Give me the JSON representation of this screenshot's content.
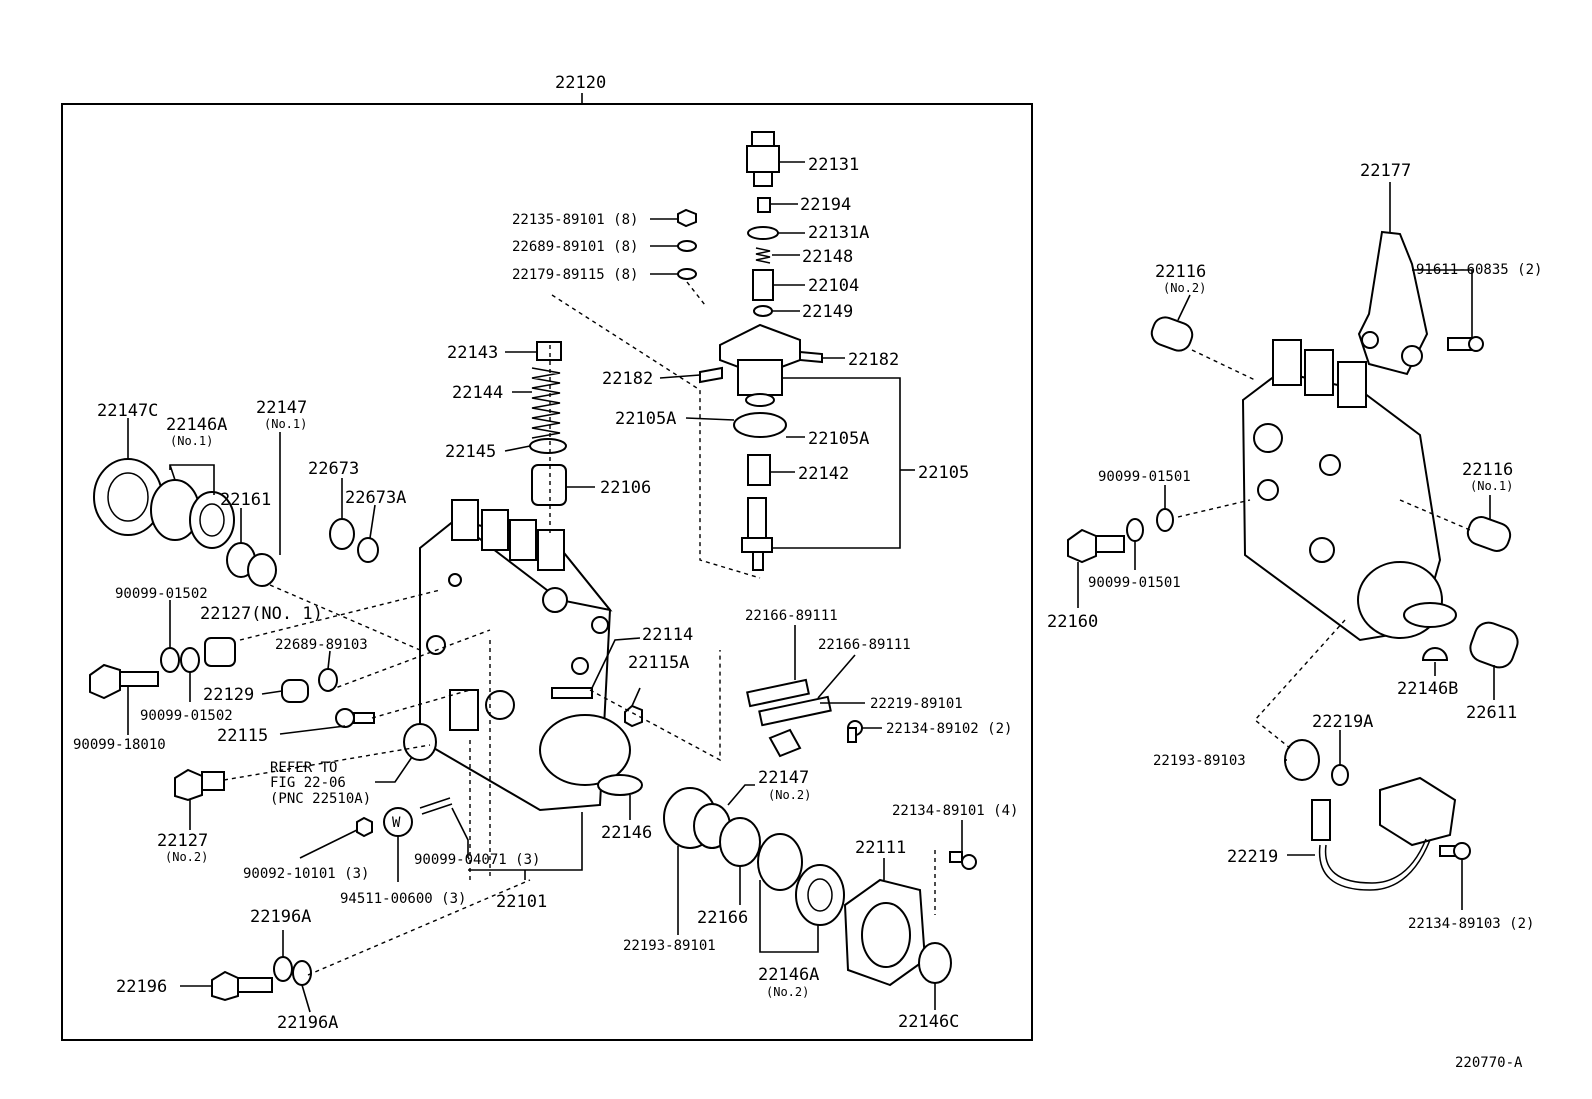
{
  "frame_label": "22120",
  "figure_code": "220770-A",
  "labels": [
    {
      "id": "p22131",
      "text": "22131"
    },
    {
      "id": "p22194",
      "text": "22194"
    },
    {
      "id": "p22131a",
      "text": "22131A"
    },
    {
      "id": "p22148",
      "text": "22148"
    },
    {
      "id": "p22104",
      "text": "22104"
    },
    {
      "id": "p22149",
      "text": "22149"
    },
    {
      "id": "p22135",
      "text": "22135-89101 (8)"
    },
    {
      "id": "p22689a",
      "text": "22689-89101 (8)"
    },
    {
      "id": "p22179",
      "text": "22179-89115 (8)"
    },
    {
      "id": "p22143",
      "text": "22143"
    },
    {
      "id": "p22144",
      "text": "22144"
    },
    {
      "id": "p22145",
      "text": "22145"
    },
    {
      "id": "p22106",
      "text": "22106"
    },
    {
      "id": "p22182l",
      "text": "22182"
    },
    {
      "id": "p22182r",
      "text": "22182"
    },
    {
      "id": "p22105al",
      "text": "22105A"
    },
    {
      "id": "p22105ar",
      "text": "22105A"
    },
    {
      "id": "p22142",
      "text": "22142"
    },
    {
      "id": "p22105",
      "text": "22105"
    },
    {
      "id": "p22147c",
      "text": "22147C"
    },
    {
      "id": "p22146a1",
      "text": "22146A"
    },
    {
      "id": "p22146a1n",
      "text": "(No.1)"
    },
    {
      "id": "p22147_1",
      "text": "22147"
    },
    {
      "id": "p22147_1n",
      "text": "(No.1)"
    },
    {
      "id": "p22161",
      "text": "22161"
    },
    {
      "id": "p22673",
      "text": "22673"
    },
    {
      "id": "p22673a",
      "text": "22673A"
    },
    {
      "id": "p90099_01502a",
      "text": "90099-01502"
    },
    {
      "id": "p22127no1",
      "text": "22127(NO. 1)"
    },
    {
      "id": "p22689b",
      "text": "22689-89103"
    },
    {
      "id": "p90099_01502b",
      "text": "90099-01502"
    },
    {
      "id": "p22129",
      "text": "22129"
    },
    {
      "id": "p22115",
      "text": "22115"
    },
    {
      "id": "p90099_18010",
      "text": "90099-18010"
    },
    {
      "id": "p22114",
      "text": "22114"
    },
    {
      "id": "p22115a",
      "text": "22115A"
    },
    {
      "id": "p22166_1",
      "text": "22166-89111"
    },
    {
      "id": "p22166_2",
      "text": "22166-89111"
    },
    {
      "id": "p22219_89101",
      "text": "22219-89101"
    },
    {
      "id": "p22134_89102",
      "text": "22134-89102 (2)"
    },
    {
      "id": "prefer1",
      "text": "REFER TO"
    },
    {
      "id": "prefer2",
      "text": "FIG 22-06"
    },
    {
      "id": "prefer3",
      "text": "(PNC 22510A)"
    },
    {
      "id": "p22127no2",
      "text": "22127"
    },
    {
      "id": "p22127no2n",
      "text": "(No.2)"
    },
    {
      "id": "p90092",
      "text": "90092-10101 (3)"
    },
    {
      "id": "p94511",
      "text": "94511-00600 (3)"
    },
    {
      "id": "p90099_04071",
      "text": "90099-04071 (3)"
    },
    {
      "id": "p22101",
      "text": "22101"
    },
    {
      "id": "p22146",
      "text": "22146"
    },
    {
      "id": "p22147_2",
      "text": "22147"
    },
    {
      "id": "p22147_2n",
      "text": "(No.2)"
    },
    {
      "id": "p22193_89101",
      "text": "22193-89101"
    },
    {
      "id": "p22166",
      "text": "22166"
    },
    {
      "id": "p22146a2",
      "text": "22146A"
    },
    {
      "id": "p22146a2n",
      "text": "(No.2)"
    },
    {
      "id": "p22111",
      "text": "22111"
    },
    {
      "id": "p22134_89101",
      "text": "22134-89101 (4)"
    },
    {
      "id": "p22146c",
      "text": "22146C"
    },
    {
      "id": "p22196a1",
      "text": "22196A"
    },
    {
      "id": "p22196",
      "text": "22196"
    },
    {
      "id": "p22196a2",
      "text": "22196A"
    },
    {
      "id": "p22177",
      "text": "22177"
    },
    {
      "id": "p91611",
      "text": "91611-60835 (2)"
    },
    {
      "id": "p22116no2",
      "text": "22116"
    },
    {
      "id": "p22116no2n",
      "text": "(No.2)"
    },
    {
      "id": "p90099_01501a",
      "text": "90099-01501"
    },
    {
      "id": "p22116no1",
      "text": "22116"
    },
    {
      "id": "p22116no1n",
      "text": "(No.1)"
    },
    {
      "id": "p90099_01501b",
      "text": "90099-01501"
    },
    {
      "id": "p22160",
      "text": "22160"
    },
    {
      "id": "p22146b",
      "text": "22146B"
    },
    {
      "id": "p22611",
      "text": "22611"
    },
    {
      "id": "p22219a",
      "text": "22219A"
    },
    {
      "id": "p22193_89103",
      "text": "22193-89103"
    },
    {
      "id": "p22219",
      "text": "22219"
    },
    {
      "id": "p22134_89103",
      "text": "22134-89103 (2)"
    }
  ]
}
